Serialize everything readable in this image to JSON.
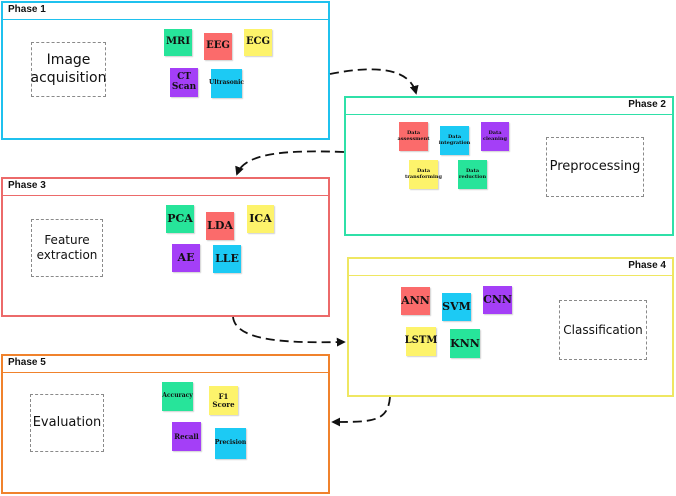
{
  "colors": {
    "phase1": "#1fc1ee",
    "phase2": "#2fe0a8",
    "phase3": "#ec6a6a",
    "phase4": "#efe762",
    "phase5": "#f0822c",
    "note_green": "#27e49a",
    "note_red": "#fb6b6b",
    "note_yellow": "#fdf36b",
    "note_purple": "#a43ff7",
    "note_blue": "#1ccaf4"
  },
  "phases": {
    "p1": {
      "title": "Phase 1",
      "stage": "Image acquisition",
      "notes": [
        "MRI",
        "EEG",
        "ECG",
        "CT Scan",
        "Ultrasonic"
      ]
    },
    "p2": {
      "title": "Phase 2",
      "stage": "Preprocessing",
      "notes": [
        "Data assessment",
        "Data integration",
        "Data cleaning",
        "Data transforming",
        "Data reduction"
      ]
    },
    "p3": {
      "title": "Phase 3",
      "stage": "Feature extraction",
      "notes": [
        "PCA",
        "LDA",
        "ICA",
        "AE",
        "LLE"
      ]
    },
    "p4": {
      "title": "Phase 4",
      "stage": "Classification",
      "notes": [
        "ANN",
        "SVM",
        "CNN",
        "LSTM",
        "KNN"
      ]
    },
    "p5": {
      "title": "Phase 5",
      "stage": "Evaluation",
      "notes": [
        "Accuracy",
        "F1 Score",
        "Recall",
        "Precision"
      ]
    }
  }
}
